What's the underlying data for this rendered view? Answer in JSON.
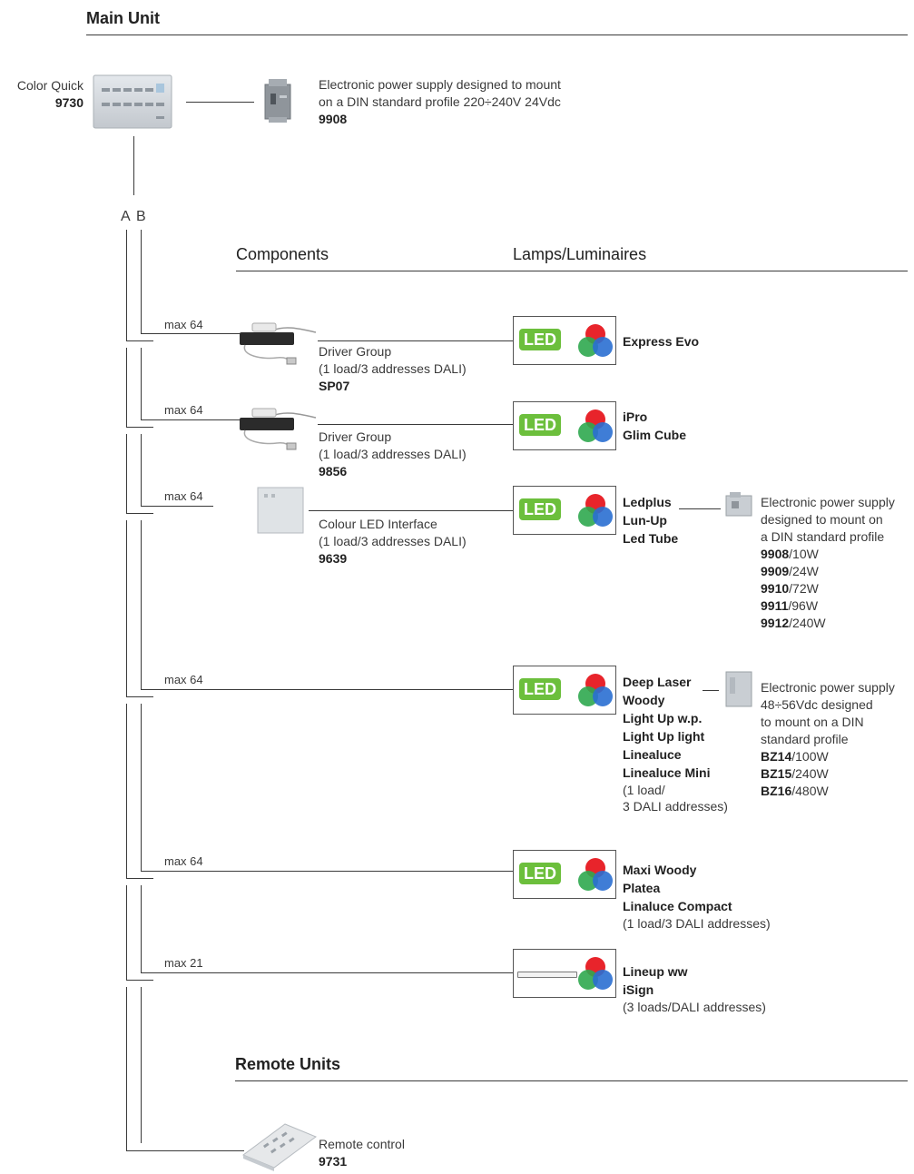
{
  "main_unit": {
    "heading": "Main Unit",
    "controller": {
      "name": "Color Quick",
      "code": "9730"
    },
    "power_supply": {
      "desc": [
        "Electronic power supply designed to mount",
        "on a DIN standard profile 220÷240V 24Vdc"
      ],
      "code": "9908"
    },
    "bus_labels": {
      "a": "A",
      "b": "B"
    }
  },
  "components_heading": "Components",
  "lamps_heading": "Lamps/Luminaires",
  "rows": [
    {
      "max": "max 64",
      "component": {
        "lines": [
          "Driver Group",
          "(1 load/3 addresses DALI)"
        ],
        "code": "SP07"
      },
      "lamp_badge": "LED",
      "lamps": [
        "Express Evo"
      ]
    },
    {
      "max": "max 64",
      "component": {
        "lines": [
          "Driver Group",
          "(1 load/3 addresses DALI)"
        ],
        "code": "9856"
      },
      "lamp_badge": "LED",
      "lamps": [
        "iPro",
        "Glim Cube"
      ]
    },
    {
      "max": "max 64",
      "component": {
        "lines": [
          "Colour LED Interface",
          "(1 load/3 addresses DALI)"
        ],
        "code": "9639"
      },
      "lamp_badge": "LED",
      "lamps": [
        "Ledplus",
        "Lun-Up",
        "Led Tube"
      ],
      "psu": {
        "desc": [
          "Electronic power supply",
          "designed to mount on",
          "a DIN standard profile"
        ],
        "models": [
          {
            "code": "9908",
            "power": "/10W"
          },
          {
            "code": "9909",
            "power": "/24W"
          },
          {
            "code": "9910",
            "power": "/72W"
          },
          {
            "code": "9911",
            "power": "/96W"
          },
          {
            "code": "9912",
            "power": "/240W"
          }
        ]
      }
    },
    {
      "max": "max 64",
      "lamp_badge": "LED",
      "lamps": [
        "Deep Laser",
        "Woody",
        "Light Up w.p.",
        "Light Up light",
        "Linealuce",
        "Linealuce Mini"
      ],
      "note": [
        "(1 load/",
        "3 DALI addresses)"
      ],
      "psu": {
        "desc": [
          "Electronic power supply",
          "48÷56Vdc designed",
          "to mount on a DIN",
          "standard profile"
        ],
        "models": [
          {
            "code": "BZ14",
            "power": "/100W"
          },
          {
            "code": "BZ15",
            "power": "/240W"
          },
          {
            "code": "BZ16",
            "power": "/480W"
          }
        ]
      }
    },
    {
      "max": "max 64",
      "lamp_badge": "LED",
      "lamps": [
        "Maxi Woody",
        "Platea",
        "Linaluce Compact"
      ],
      "note": [
        "(1 load/3 DALI addresses)"
      ]
    },
    {
      "max": "max 21",
      "lamps": [
        "Lineup ww",
        "iSign"
      ],
      "note": [
        "(3 loads/DALI addresses)"
      ]
    }
  ],
  "remote": {
    "heading": "Remote Units",
    "label": "Remote control",
    "code": "9731"
  },
  "colors": {
    "led_green": "#6cbf3c",
    "line": "#3a3a3a",
    "rgb_red": "#e8242b",
    "rgb_green": "#2fa84f",
    "rgb_blue": "#2a6fd1"
  },
  "icons": [
    "controller-panel-icon",
    "din-power-supply-icon",
    "driver-group-icon",
    "led-interface-icon",
    "rgb-color-icon",
    "led-tube-icon",
    "remote-control-icon"
  ]
}
